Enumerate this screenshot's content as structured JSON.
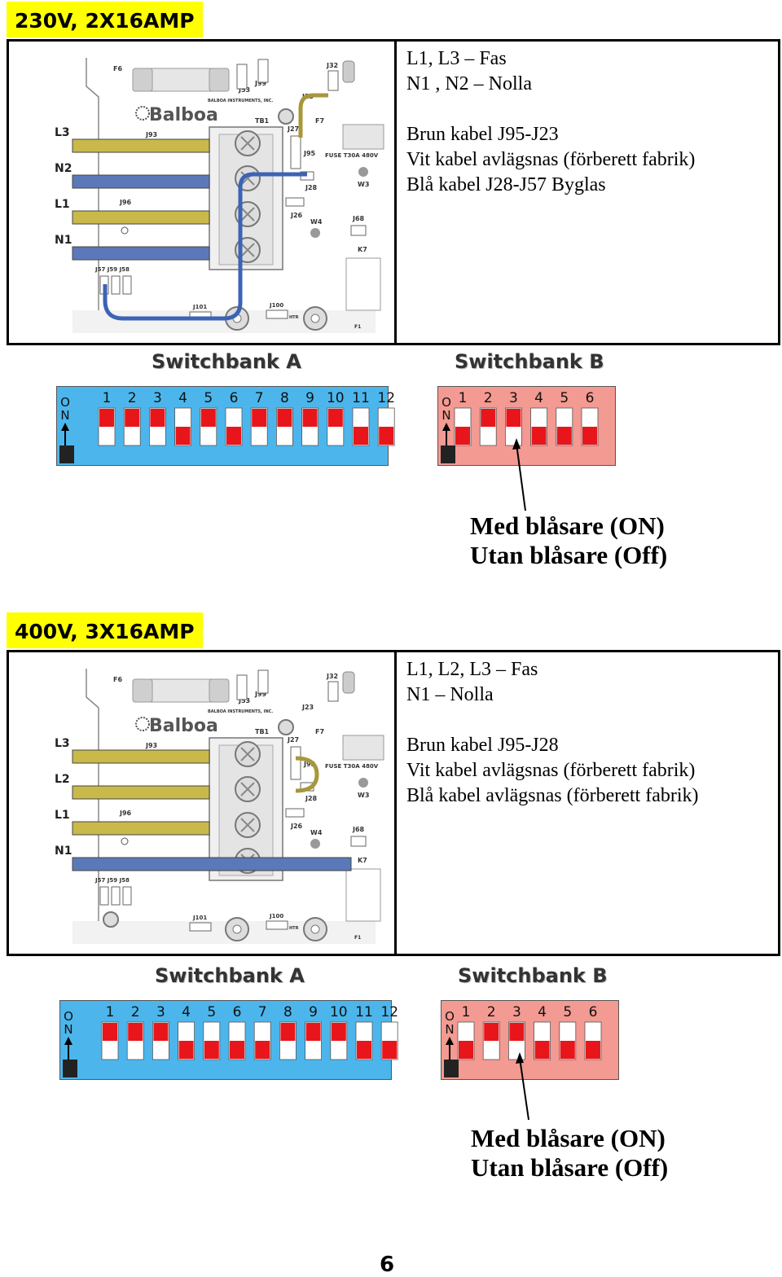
{
  "sections": [
    {
      "title": "230V, 2X16AMP",
      "notes": [
        "L1, L3 – Fas",
        "N1 , N2 – Nolla",
        "",
        "Brun kabel J95-J23",
        "Vit kabel avlägsnas (förberett fabrik)",
        "Blå kabel J28-J57 Byglas"
      ],
      "board": {
        "wires": [
          "L3",
          "N2",
          "L1",
          "N1"
        ],
        "wire_colors": [
          "yellow",
          "blue",
          "yellow",
          "blue"
        ]
      },
      "switchbank_a": {
        "label": "Switchbank A",
        "on_label": "O",
        "on_label2": "N",
        "numbers": [
          "1",
          "2",
          "3",
          "4",
          "5",
          "6",
          "7",
          "8",
          "9",
          "10",
          "11",
          "12"
        ],
        "states": [
          "up",
          "up",
          "up",
          "down",
          "up",
          "down",
          "up",
          "up",
          "up",
          "up",
          "down",
          "down"
        ]
      },
      "switchbank_b": {
        "label": "Switchbank B",
        "on_label": "O",
        "on_label2": "N",
        "numbers": [
          "1",
          "2",
          "3",
          "4",
          "5",
          "6"
        ],
        "states": [
          "down",
          "up",
          "up",
          "down",
          "down",
          "down"
        ]
      },
      "callout": [
        "Med blåsare (ON)",
        "Utan blåsare (Off)"
      ]
    },
    {
      "title": "400V, 3X16AMP",
      "notes": [
        "L1, L2, L3 – Fas",
        "N1 – Nolla",
        "",
        "Brun kabel J95-J28",
        "Vit kabel avlägsnas (förberett fabrik)",
        "Blå kabel avlägsnas (förberett fabrik)"
      ],
      "board": {
        "wires": [
          "L3",
          "L2",
          "L1",
          "N1"
        ],
        "wire_colors": [
          "yellow",
          "yellow",
          "yellow",
          "blue"
        ]
      },
      "switchbank_a": {
        "label": "Switchbank A",
        "on_label": "O",
        "on_label2": "N",
        "numbers": [
          "1",
          "2",
          "3",
          "4",
          "5",
          "6",
          "7",
          "8",
          "9",
          "10",
          "11",
          "12"
        ],
        "states": [
          "up",
          "up",
          "up",
          "down",
          "down",
          "down",
          "down",
          "up",
          "up",
          "up",
          "down",
          "down"
        ]
      },
      "switchbank_b": {
        "label": "Switchbank B",
        "on_label": "O",
        "on_label2": "N",
        "numbers": [
          "1",
          "2",
          "3",
          "4",
          "5",
          "6"
        ],
        "states": [
          "down",
          "up",
          "up",
          "down",
          "down",
          "down"
        ]
      },
      "callout": [
        "Med blåsare (ON)",
        "Utan blåsare (Off)"
      ]
    }
  ],
  "board_labels": {
    "brand": "Balboa",
    "f6": "F6",
    "j53": "J53",
    "j99": "J99",
    "j32": "J32",
    "j23": "J23",
    "j94": "J94",
    "j27": "J27",
    "f7": "F7",
    "tb1": "TB1",
    "j93": "J93",
    "j95": "J95",
    "j28": "J28",
    "fuse": "FUSE T30A 480V",
    "w3": "W3",
    "j96": "J96",
    "j26": "J26",
    "w4": "W4",
    "j68": "J68",
    "k7": "K7",
    "j57": "J57",
    "j59": "J59",
    "j58": "J58",
    "j101": "J101",
    "j100": "J100",
    "htr": "HTR",
    "f1": "F1",
    "maker": "BALBOA INSTRUMENTS, INC."
  },
  "colors": {
    "title_bg": "#ffff00",
    "bank_a": "#4cb6ec",
    "bank_b": "#f39a92",
    "switch_red": "#e8161b",
    "switch_white": "#ffffff",
    "wire_yellow": "#c9b94a",
    "wire_blue": "#5b79b8"
  },
  "page_number": "6"
}
